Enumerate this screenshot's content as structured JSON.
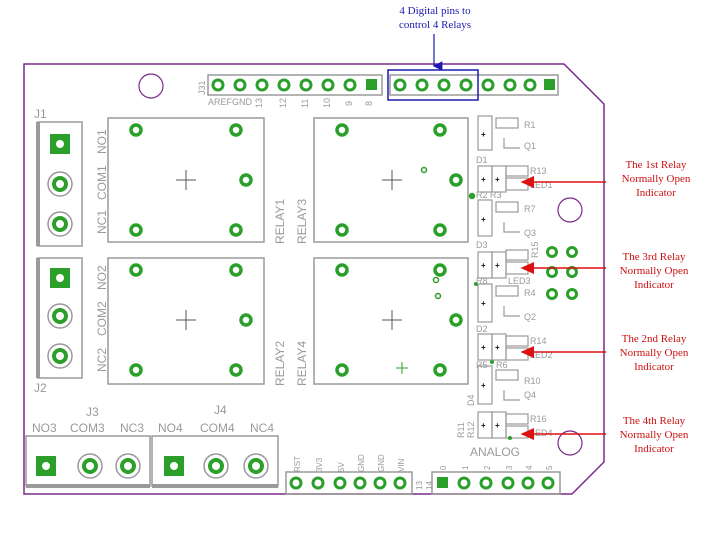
{
  "callouts": {
    "top_line1": "4 Digital pins to",
    "top_line2": "control 4 Relays",
    "r1": [
      "The 1st Relay",
      "Normally  Open",
      "Indicator"
    ],
    "r3": [
      "The 3rd Relay",
      "Normally  Open",
      "Indicator"
    ],
    "r2": [
      "The 2nd Relay",
      "Normally  Open",
      "Indicator"
    ],
    "r4": [
      "The 4th Relay",
      "Normally  Open",
      "Indicator"
    ]
  },
  "labels": {
    "j1": "J1",
    "j2": "J2",
    "j3": "J3",
    "j4": "J4",
    "j31": "J31",
    "no1": "NO1",
    "com1": "COM1",
    "nc1": "NC1",
    "no2": "NO2",
    "com2": "COM2",
    "nc2": "NC2",
    "no3": "NO3",
    "com3": "COM3",
    "nc3": "NC3",
    "no4": "NO4",
    "com4": "COM4",
    "nc4": "NC4",
    "relay1": "RELAY1",
    "relay2": "RELAY2",
    "relay3": "RELAY3",
    "relay4": "RELAY4",
    "aref": "AREF",
    "gnd": "GND",
    "d13": "13",
    "d12": "12",
    "d11": "11",
    "d10": "10",
    "d9": "9",
    "d8": "8",
    "analog": "ANALOG",
    "rst": "RST",
    "v33": "3V3",
    "v5": "5V",
    "gnd1": "GND",
    "gnd2": "GND",
    "vin": "VIN",
    "a0": "0",
    "a1": "1",
    "a2": "2",
    "a3": "3",
    "a4": "4",
    "a5": "5",
    "r1": "R1",
    "q1": "Q1",
    "r13": "R13",
    "led1": "LED1",
    "d1": "D1",
    "r2": "R2",
    "r3": "R3",
    "r7": "R7",
    "q3": "Q3",
    "d3": "D3",
    "r15": "R15",
    "led3": "LED3",
    "r8": "R8",
    "r4": "R4",
    "q2": "Q2",
    "d2": "D2",
    "r14": "R14",
    "led2": "LED2",
    "r5": "R5",
    "r6": "R6",
    "r10": "R10",
    "q4": "Q4",
    "d4": "D4",
    "r11": "R11",
    "r12": "R12",
    "r16": "R16",
    "led4": "LED4",
    "p13": "13",
    "p14": "14"
  },
  "colors": {
    "board_outline": "#7a2a8a",
    "pad_green": "#2aa02a",
    "silk_gray": "#9a9a9a",
    "arrow_red": "#dd1111",
    "highlight_blue": "#1a1ab0"
  }
}
